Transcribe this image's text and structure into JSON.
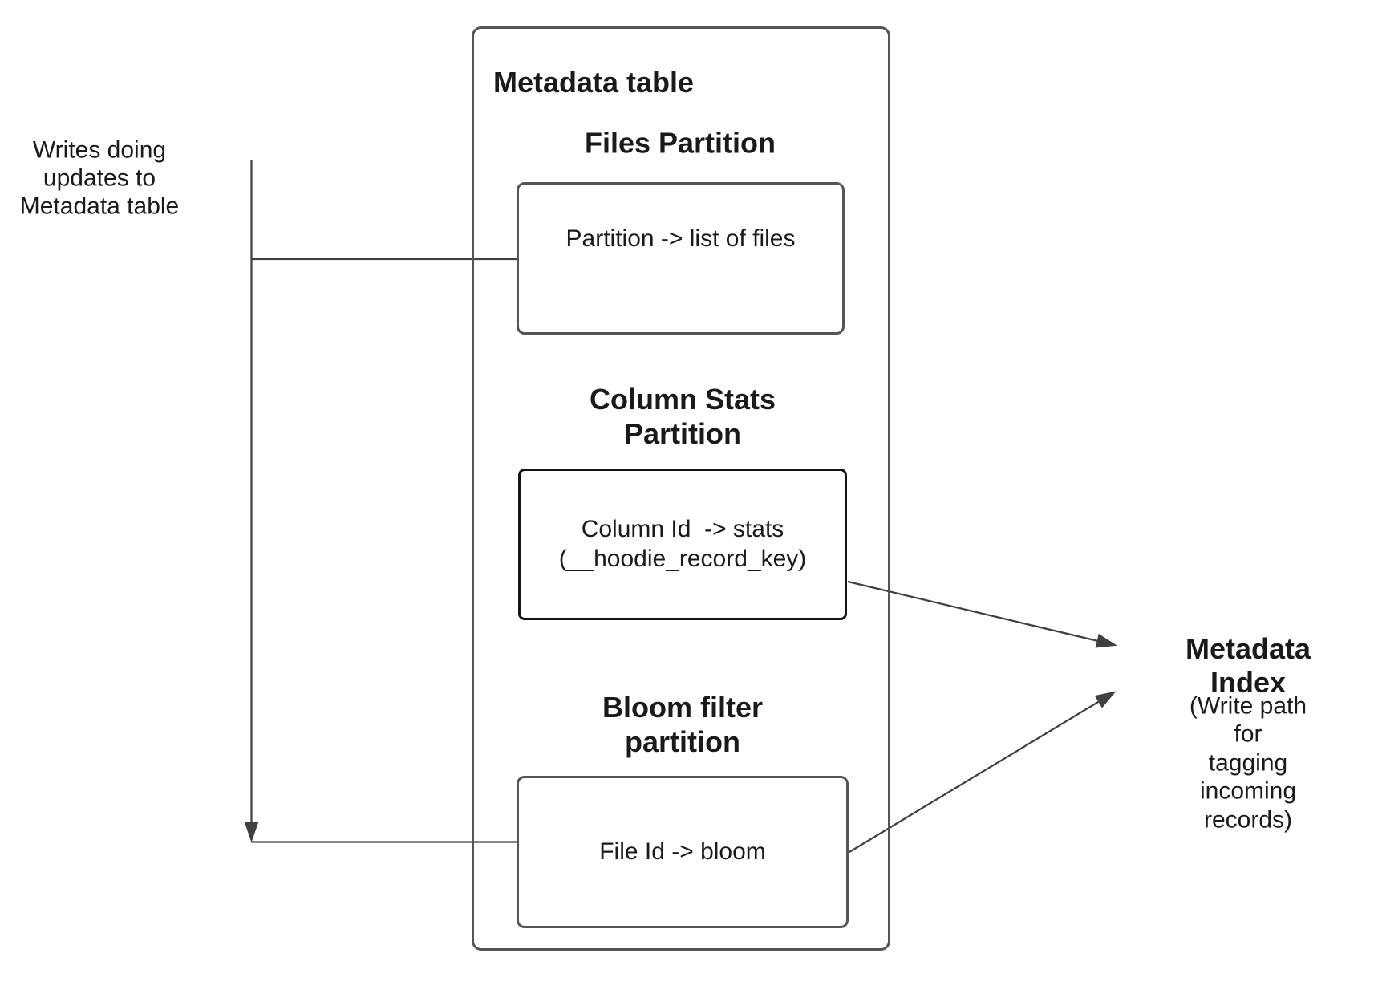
{
  "diagram": {
    "writes_label": "Writes doing\nupdates to\nMetadata table",
    "metadata_table": {
      "title": "Metadata table",
      "files": {
        "heading": "Files Partition",
        "mapping": "Partition -> list of files"
      },
      "column_stats": {
        "heading": "Column Stats\nPartition",
        "mapping": "Column Id  -> stats\n(__hoodie_record_key)"
      },
      "bloom": {
        "heading": "Bloom filter\npartition",
        "mapping": "File Id -> bloom"
      }
    },
    "metadata_index": {
      "title": "Metadata Index",
      "note": "(Write path for\ntagging incoming\nrecords)"
    },
    "colors": {
      "connector": "#404040",
      "box_border": "#555555",
      "stats_box_border": "#141414",
      "text": "#1a1a1a",
      "background": "#ffffff"
    }
  }
}
